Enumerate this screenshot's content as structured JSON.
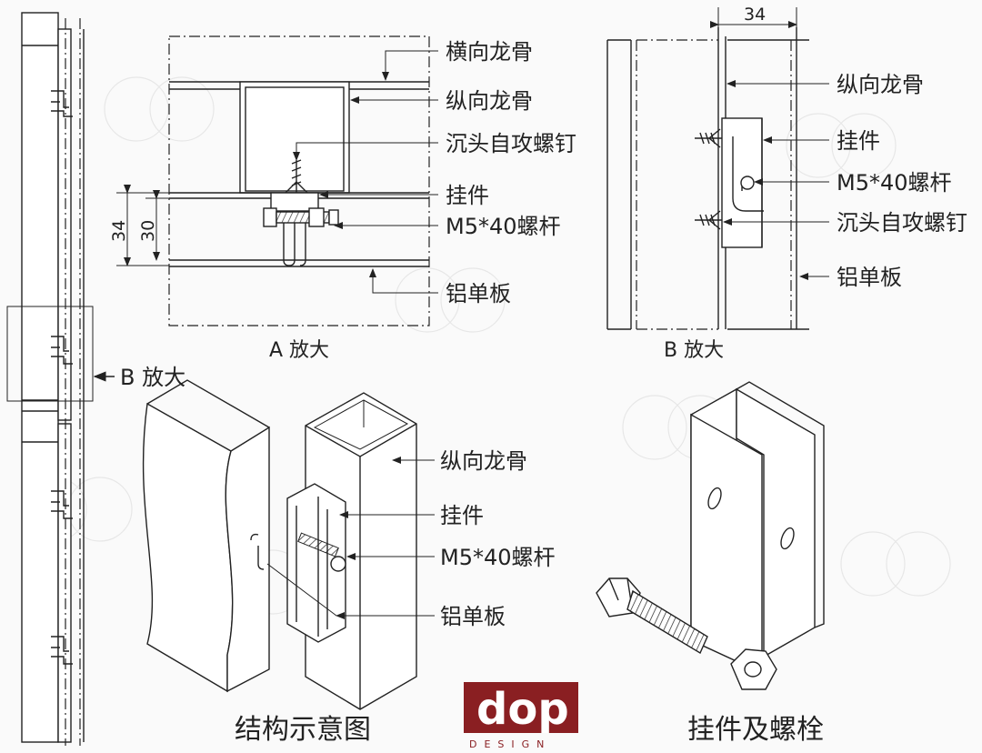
{
  "detail_a": {
    "labels": [
      "横向龙骨",
      "纵向龙骨",
      "沉头自攻螺钉",
      "挂件",
      "M5*40螺杆",
      "铝单板"
    ],
    "dim_outer": "34",
    "dim_inner": "30",
    "caption": "A 放大"
  },
  "detail_b": {
    "labels": [
      "纵向龙骨",
      "挂件",
      "M5*40螺杆",
      "沉头自攻螺钉",
      "铝单板"
    ],
    "dim_top": "34",
    "caption": "B 放大"
  },
  "side_elevation": {
    "callout": "B 放大"
  },
  "structure_view": {
    "labels": [
      "纵向龙骨",
      "挂件",
      "M5*40螺杆",
      "铝单板"
    ],
    "caption": "结构示意图"
  },
  "hardware_view": {
    "caption": "挂件及螺栓"
  },
  "logo": {
    "text": "dop",
    "subtitle": "DESIGN",
    "color": "#8a1f22"
  }
}
